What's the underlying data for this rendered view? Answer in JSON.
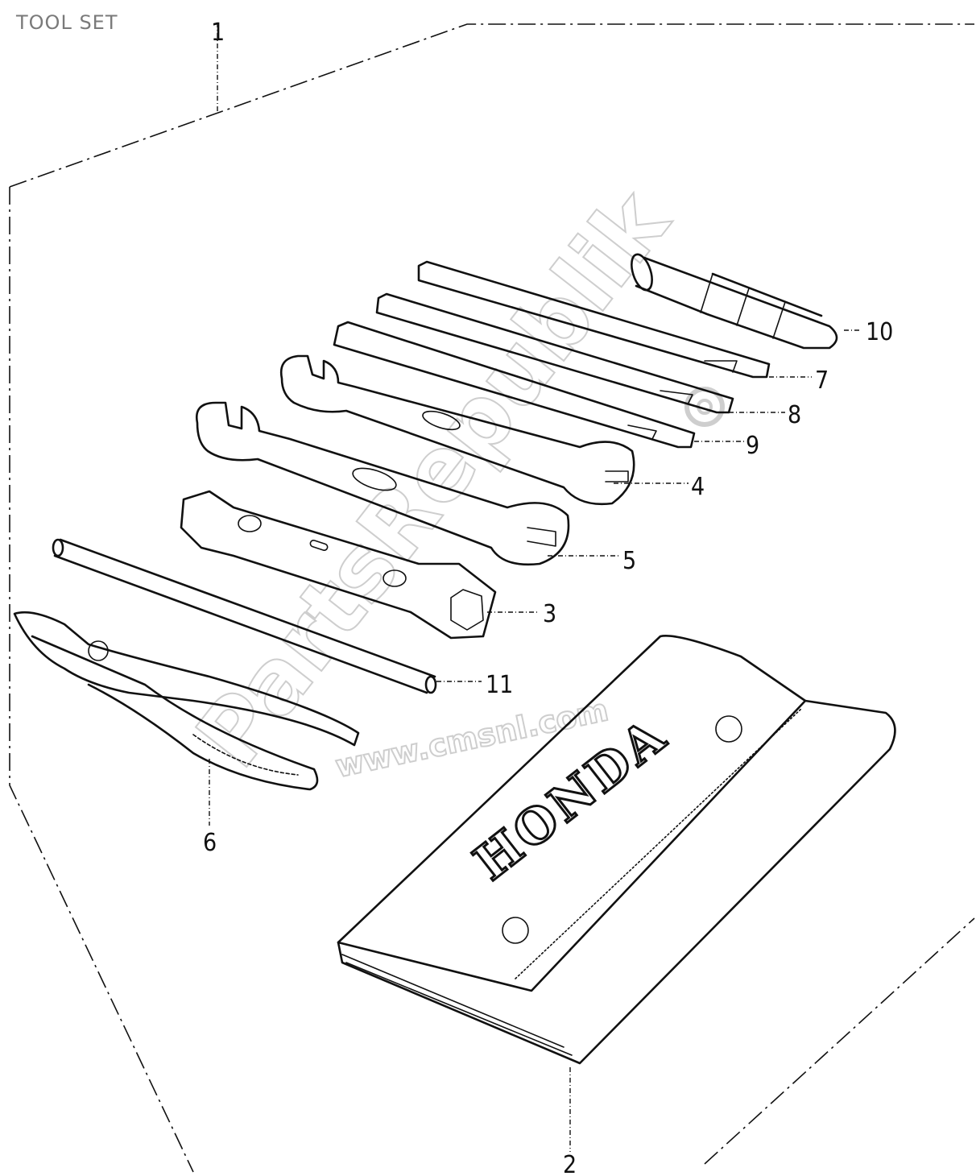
{
  "title": "TOOL SET",
  "callouts": [
    "1",
    "2",
    "3",
    "4",
    "5",
    "6",
    "7",
    "8",
    "9",
    "10",
    "11"
  ],
  "pouch_brand": "HONDA",
  "watermark": {
    "main": "PartsRepublik",
    "sub": "www.cmsnl.com"
  }
}
